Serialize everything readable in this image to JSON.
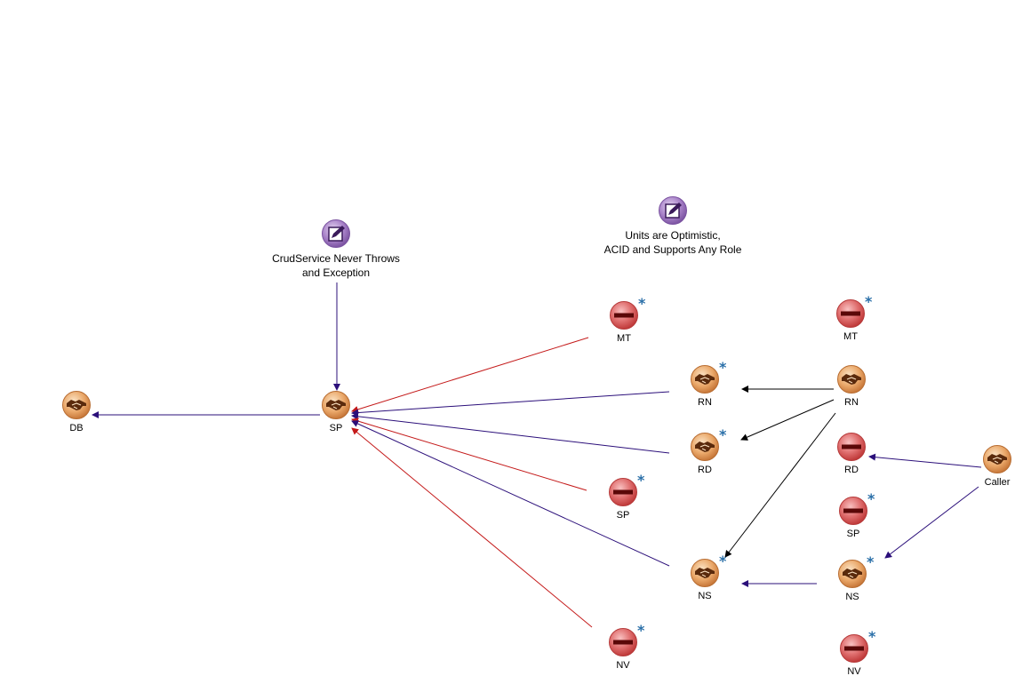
{
  "notes": [
    {
      "id": "n1",
      "text": "CrudService Never Throws\nand Exception",
      "icon": "note-pencil-icon"
    },
    {
      "id": "n2",
      "text": "Units are Optimistic,\nACID and Supports Any Role",
      "icon": "note-pencil-icon"
    }
  ],
  "nodes": [
    {
      "id": "db",
      "label": "DB",
      "kind": "handshake",
      "star": false
    },
    {
      "id": "sp_center",
      "label": "SP",
      "kind": "handshake",
      "star": false
    },
    {
      "id": "mt1",
      "label": "MT",
      "kind": "stop",
      "star": true
    },
    {
      "id": "rn1",
      "label": "RN",
      "kind": "handshake",
      "star": true
    },
    {
      "id": "rd1",
      "label": "RD",
      "kind": "handshake",
      "star": true
    },
    {
      "id": "sp2",
      "label": "SP",
      "kind": "stop",
      "star": true
    },
    {
      "id": "ns1",
      "label": "NS",
      "kind": "handshake",
      "star": true
    },
    {
      "id": "nv1",
      "label": "NV",
      "kind": "stop",
      "star": true
    },
    {
      "id": "mt2",
      "label": "MT",
      "kind": "stop",
      "star": true
    },
    {
      "id": "rn2",
      "label": "RN",
      "kind": "handshake",
      "star": false
    },
    {
      "id": "rd2",
      "label": "RD",
      "kind": "stop",
      "star": false
    },
    {
      "id": "sp3",
      "label": "SP",
      "kind": "stop",
      "star": true
    },
    {
      "id": "ns2",
      "label": "NS",
      "kind": "handshake",
      "star": true
    },
    {
      "id": "nv2",
      "label": "NV",
      "kind": "stop",
      "star": true
    },
    {
      "id": "caller",
      "label": "Caller",
      "kind": "handshake",
      "star": false
    }
  ],
  "edges": [
    {
      "from": "sp_center",
      "to": "db",
      "color": "navy"
    },
    {
      "from": "n1",
      "to": "sp_center",
      "color": "navy"
    },
    {
      "from": "mt1",
      "to": "sp_center",
      "color": "red"
    },
    {
      "from": "rn1",
      "to": "sp_center",
      "color": "navy"
    },
    {
      "from": "rd1",
      "to": "sp_center",
      "color": "navy"
    },
    {
      "from": "sp2",
      "to": "sp_center",
      "color": "red"
    },
    {
      "from": "ns1",
      "to": "sp_center",
      "color": "navy"
    },
    {
      "from": "nv1",
      "to": "sp_center",
      "color": "red"
    },
    {
      "from": "rn2",
      "to": "rn1",
      "color": "black"
    },
    {
      "from": "rn2",
      "to": "rd1",
      "color": "black"
    },
    {
      "from": "rn2",
      "to": "ns1",
      "color": "black"
    },
    {
      "from": "ns2",
      "to": "ns1",
      "color": "navy"
    },
    {
      "from": "caller",
      "to": "rd2",
      "color": "navy"
    },
    {
      "from": "caller",
      "to": "ns2",
      "color": "navy"
    }
  ],
  "colors": {
    "navy": "#2b0f7a",
    "red": "#c41a1a",
    "black": "#000000"
  }
}
